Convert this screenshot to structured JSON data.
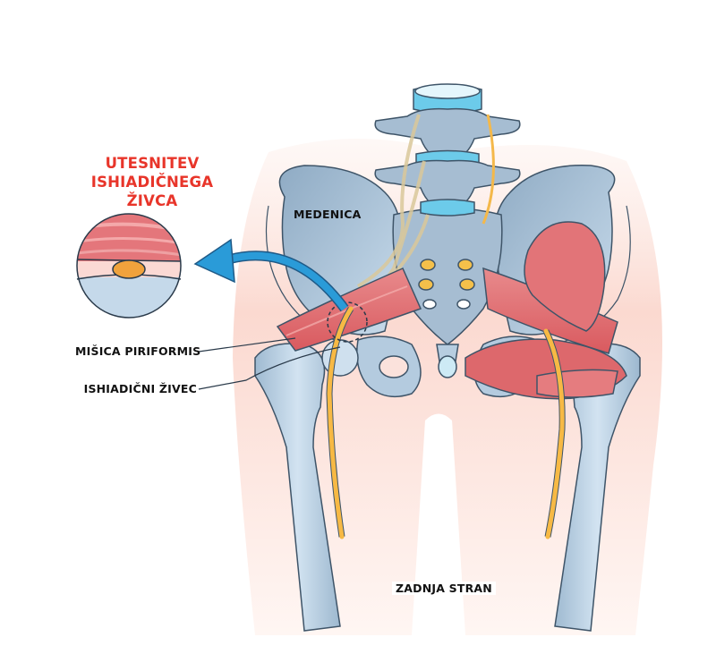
{
  "title": {
    "line1": "UTESNITEV",
    "line2": "ISHIADIČNEGA ŽIVCA"
  },
  "labels": {
    "pelvis": "MEDENICA",
    "piriformis": "MIŠICA PIRIFORMIS",
    "sciatic_nerve": "ISHIADIČNI ŽIVEC",
    "view": "ZADNJA STRAN"
  },
  "colors": {
    "title_red": "#e8352a",
    "muscle_red": "#e0646a",
    "muscle_light": "#f2a7a6",
    "bone_blue": "#a9c3d8",
    "bone_light": "#cfe0ee",
    "bone_outline": "#3e5468",
    "disc_cyan": "#6ccbea",
    "nerve_yellow": "#f7b944",
    "arrow_blue": "#2a9bd8",
    "skin_pink": "#fbe2dc",
    "nerve_orange": "#f0a23c"
  },
  "icons": {
    "arrow": "curved-arrow-icon",
    "magnifier": "zoom-circle-icon"
  }
}
